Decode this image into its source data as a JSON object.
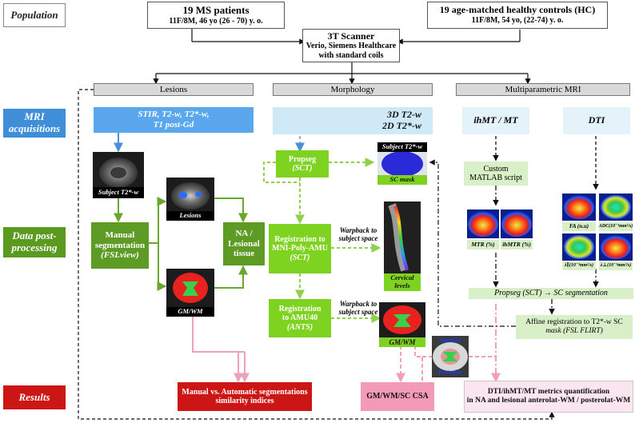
{
  "rows": {
    "population": "Population",
    "mri_acquisitions": [
      "MRI",
      "acquisitions"
    ],
    "data_post_processing": [
      "Data post-",
      "processing"
    ],
    "results": "Results"
  },
  "population": {
    "ms": {
      "title": "19 MS patients",
      "detail": "11F/8M, 46 yo (26 - 70) y. o."
    },
    "hc": {
      "title": "19 age-matched healthy controls (HC)",
      "detail": "11F/8M, 54 yo, (22-74) y. o."
    },
    "scanner": {
      "title": "3T Scanner",
      "line2": "Verio, Siemens Healthcare",
      "line3": "with standard coils"
    }
  },
  "columns": {
    "lesions": "Lesions",
    "morphology": "Morphology",
    "multiparametric": "Multiparametric MRI"
  },
  "acquisitions": {
    "lesions": [
      "STIR, T2-w, T2*-w,",
      "T1 post-Gd"
    ],
    "morphology": [
      "3D T2-w",
      "2D T2*-w"
    ],
    "ihmt": "ihMT / MT",
    "dti": "DTI"
  },
  "processing": {
    "subject_t2": "Subject T2*-w",
    "lesions_img": "Lesions",
    "manual_seg": [
      "Manual",
      "segmentation",
      "(FSLview)"
    ],
    "na_lesional": [
      "NA /",
      "Lesional",
      "tissue"
    ],
    "gmwm_img": "GM/WM",
    "propseg": [
      "Propseg",
      "(SCT)"
    ],
    "subject_t2_top": "Subject T2*-w",
    "sc_mask": "SC mask",
    "registration_mni": [
      "Registration to",
      "MNI-Poly-AMU",
      "(SCT)"
    ],
    "warpback1": [
      "Warpback to",
      "subject space"
    ],
    "cervical": [
      "Cervical",
      "levels"
    ],
    "registration_amu": [
      "Registration",
      "to AMU40",
      "(ANTS)"
    ],
    "warpback2": [
      "Warpback to",
      "subject space"
    ],
    "gmwm_img2": "GM/WM",
    "anterior": "Anterior",
    "posterior": "Posterior",
    "custom_matlab": [
      "Custom",
      "MATLAB script"
    ],
    "mtr": "MTR (%)",
    "ihmtr": "ihMTR (%)",
    "fa": "FA (n.u)",
    "adc": "ADC(10⁻³mm²/s)",
    "lambda_par": "λ∥(10⁻³mm²/s)",
    "lambda_perp": "λ⊥(10⁻³mm²/s)",
    "propseg_sc": "Propseg (SCT) → SC segmentation",
    "affine": [
      "Affine registration to T2*-w SC",
      "mask (FSL FLIRT)"
    ]
  },
  "results": {
    "manual_vs_auto": [
      "Manual vs. Automatic segmentations",
      "similarity indices"
    ],
    "csa": "GM/WM/SC CSA",
    "quant": [
      "DTI/ihMT/MT metrics quantification",
      "in NA and lesional anterolat-WM / posterolat-WM"
    ]
  },
  "colors": {
    "blue_row": "#3f8fd8",
    "green_row": "#5a9a1e",
    "red_row": "#cc1616",
    "lesion_acq": "#5aa7ee",
    "morph_acq": "#cfe9f6",
    "bright_green": "#7ed321",
    "dark_green": "#5e9b25",
    "pale_green": "#d9efc7",
    "pink": "#f29ab8"
  }
}
